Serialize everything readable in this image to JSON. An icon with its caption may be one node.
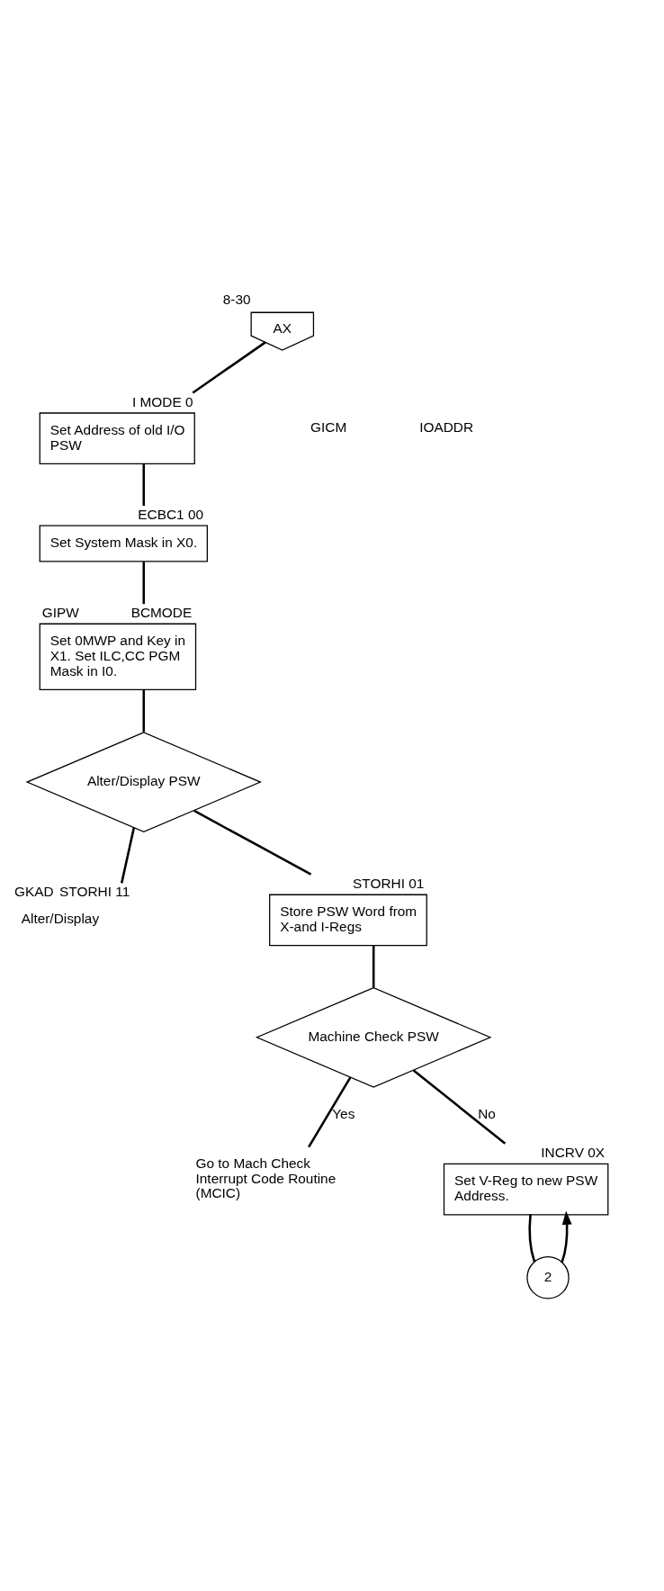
{
  "diagram": {
    "nodes": [
      {
        "text": [
          "AX"
        ],
        "beside": [
          "8-30"
        ]
      },
      {
        "text": [
          "Set Address of old I/O PSW"
        ],
        "beside": [
          "I MODE 0"
        ]
      },
      {
        "text": [
          "Set System Mask in X0."
        ],
        "beside": [
          "ECBC1 00"
        ]
      },
      {
        "text": [
          "Set 0MWP and Key in X1. Set ILC,CC PGM Mask in I0."
        ],
        "beside": [
          "GIPW",
          "BCMODE"
        ]
      },
      {
        "text": [
          "Alter/Display PSW"
        ]
      },
      {
        "text": [
          "Alter/Display"
        ],
        "beside": [
          "GKAD",
          "STORHI 11"
        ]
      },
      {
        "text": [
          "Store PSW Word from X-and I-Regs"
        ],
        "beside": [
          "STORHI 01"
        ]
      },
      {
        "text": [
          "Machine Check PSW"
        ]
      },
      {
        "text": [
          "Go to Mach Check Interrupt Code Routine (MCIC)"
        ]
      },
      {
        "text": [
          "Set V-Reg to new PSW Address."
        ],
        "beside": [
          "INCRV 0X"
        ]
      },
      {
        "text": [
          "2"
        ]
      }
    ],
    "edges": [
      {
        "from": 0,
        "to": 1,
        "arrow": "none"
      },
      {
        "from": 1,
        "to": 2,
        "arrow": "none"
      },
      {
        "from": 2,
        "to": 3,
        "arrow": "none"
      },
      {
        "from": 3,
        "to": 4,
        "arrow": "none"
      },
      {
        "from": 4,
        "to": 5,
        "arrow": "none"
      },
      {
        "from": 4,
        "to": 6,
        "arrow": "none"
      },
      {
        "from": 6,
        "to": 7,
        "arrow": "none"
      },
      {
        "from": 7,
        "to": 8,
        "label": "Yes",
        "arrow": "none"
      },
      {
        "from": 7,
        "to": 9,
        "label": "No",
        "arrow": "none"
      },
      {
        "from": 9,
        "to": 10,
        "arrow": "none"
      },
      {
        "from": 10,
        "to": 9,
        "arrow": "to"
      }
    ],
    "labels": [
      "GICM",
      "IOADDR"
    ]
  }
}
